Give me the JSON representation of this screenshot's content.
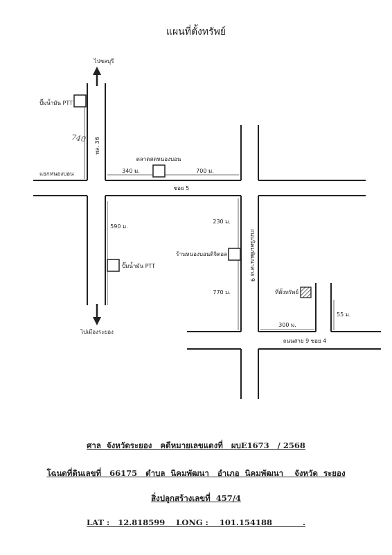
{
  "title": "แผนที่ตั้งทรัพย์",
  "map": {
    "label_north": "ไปชลบุรี",
    "label_south": "ไปเมืองระยอง",
    "ptt_north": "ปั๊มน้ำมัน PTT",
    "ptt_south": "ปั๊มน้ำมัน PTT",
    "handwritten": "740",
    "road_36": "ทล. 36",
    "junction": "แยกหนองบอน",
    "market": "ตลาดสดหนองบอน",
    "dist_340": "340 ม.",
    "dist_700": "700 ม.",
    "soi5": "ซอย 5",
    "dist_590": "590 ม.",
    "dist_230": "230 ม.",
    "shop": "ร้านหนองบอนดิจิตอล",
    "road_9": "ถนนนิคมพัฒนาสาย 9",
    "dist_770": "770 ม.",
    "property": "ที่ตั้งทรัพย์",
    "dist_55": "55 ม.",
    "dist_300": "300 ม.",
    "road_9_soi4": "ถนนสาย 9 ซอย 4"
  },
  "info": {
    "line1": "ศาล  จังหวัดระยอง   คดีหมายเลขแดงที่   ผบE1673   / 2568",
    "line2": "โฉนดที่ดินเลขที่   66175   ตำบล  นิคมพัฒนา   อำเภอ  นิคมพัฒนา    จังหวัด  ระยอง",
    "line3": "สิ่งปลูกสร้างเลขที่  457/4",
    "line4": "LAT :   12.818599    LONG :    101.154188           ."
  }
}
